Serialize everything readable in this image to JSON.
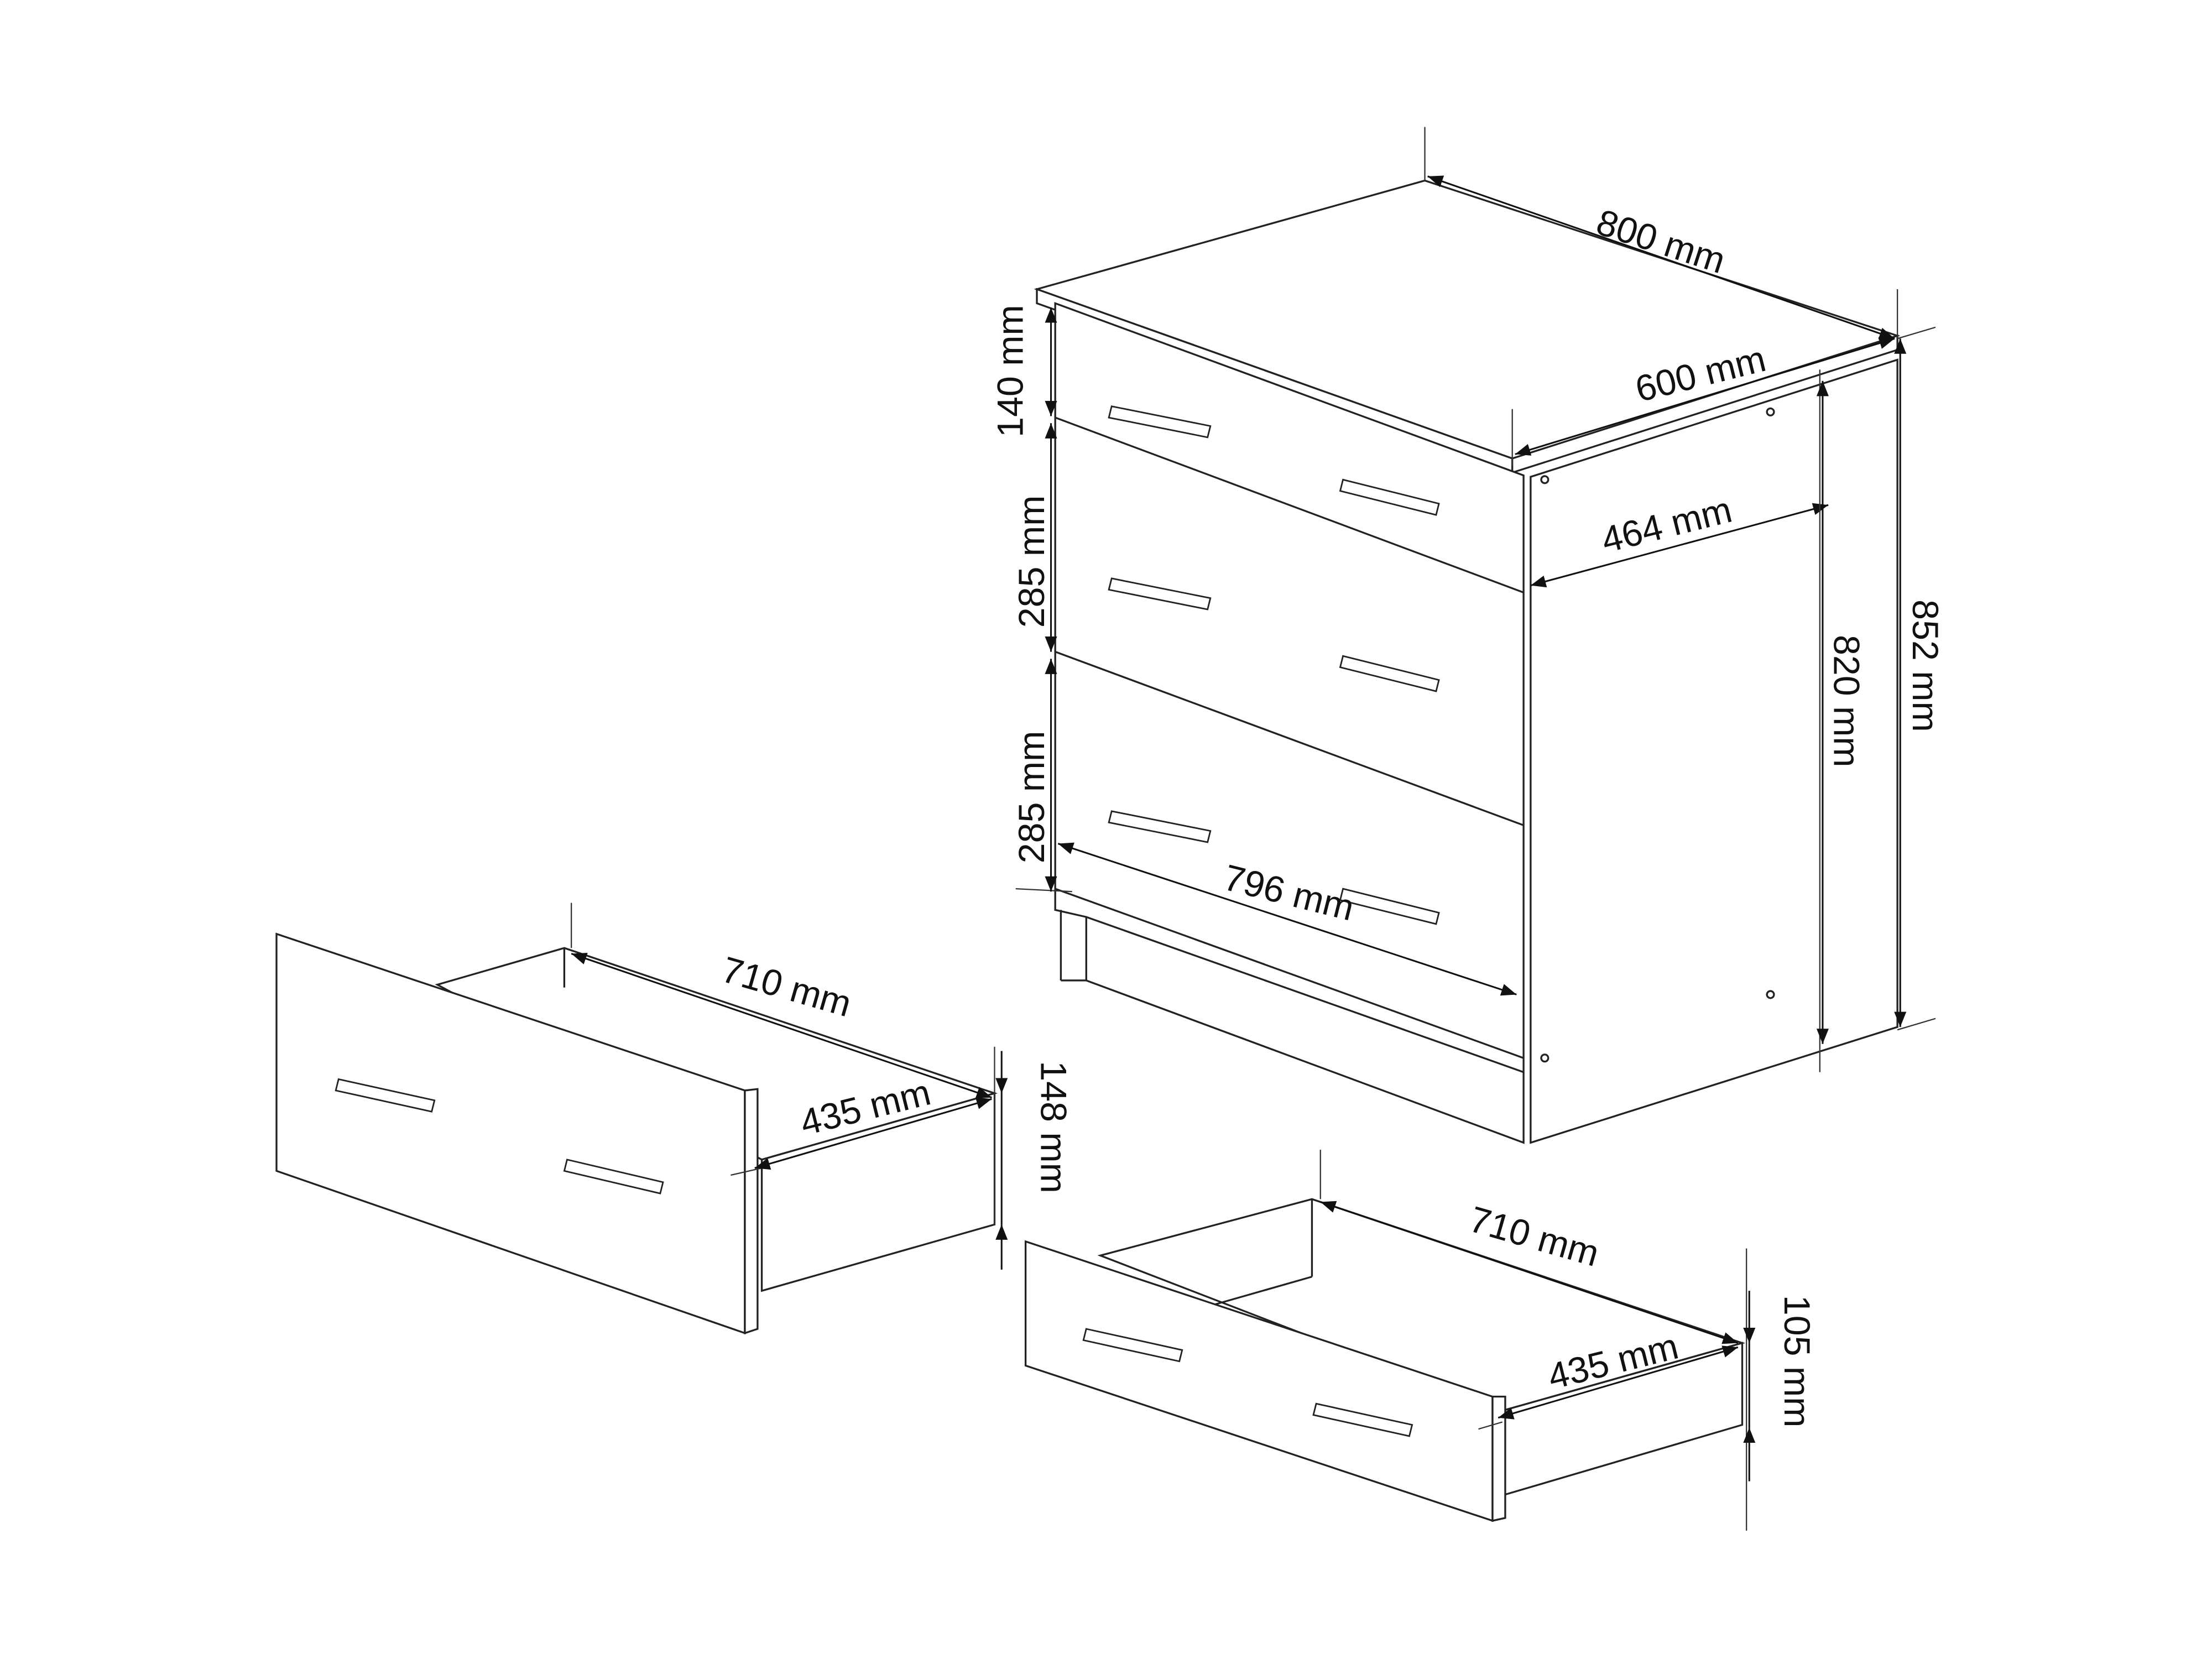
{
  "title": "Chest of drawers dimension drawing",
  "cabinet": {
    "width_label": "800 mm",
    "depth_label": "600 mm",
    "inner_depth_label": "464 mm",
    "total_height_label": "852 mm",
    "body_height_label": "820 mm",
    "top_drawer_height_label": "140 mm",
    "middle_drawer_height_label": "285 mm",
    "bottom_drawer_height_label": "285 mm",
    "front_width_label": "796 mm"
  },
  "large_drawer": {
    "length_label": "710 mm",
    "width_label": "435 mm",
    "height_label": "148 mm"
  },
  "small_drawer": {
    "length_label": "710 mm",
    "width_label": "435 mm",
    "height_label": "105 mm"
  },
  "colors": {
    "line": "#222222",
    "background": "#ffffff"
  }
}
